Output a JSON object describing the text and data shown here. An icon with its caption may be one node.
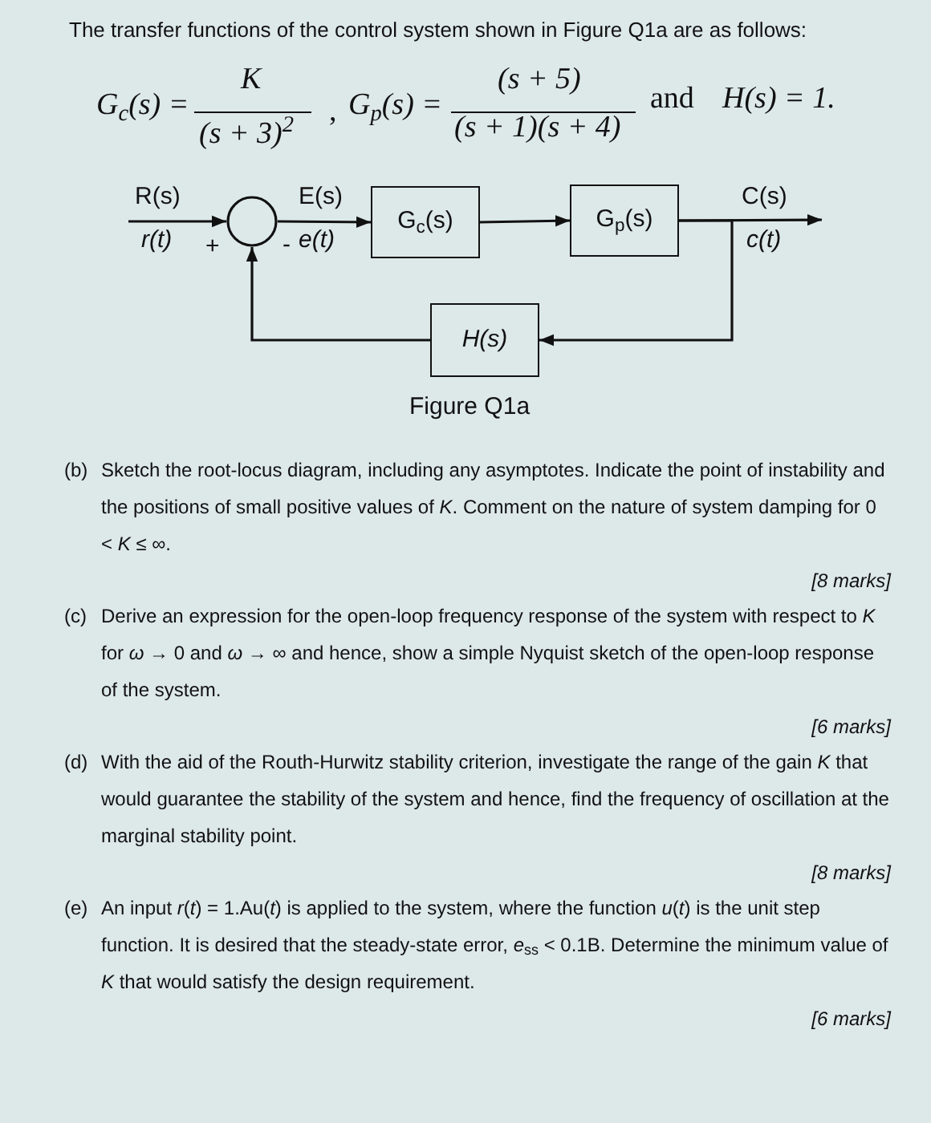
{
  "diagram": {
    "title": "The transfer functions of the control system shown in Figure Q1a are as follows:",
    "caption": "Figure Q1a",
    "nodes": [
      {
        "text": [],
        "shape": "circle"
      },
      {
        "text": [
          "G$_{c}$(s)"
        ]
      },
      {
        "text": [
          "G$_{p}$(s)"
        ]
      },
      {
        "text": [
          "H(s)"
        ]
      }
    ],
    "edges": [
      {
        "from": null,
        "to": 0,
        "arrow": "to",
        "label": "R(s)"
      },
      {
        "from": 0,
        "to": 1,
        "arrow": "to",
        "label": "E(s)"
      },
      {
        "from": 1,
        "to": 2,
        "arrow": "to"
      },
      {
        "from": 2,
        "to": null,
        "arrow": "to",
        "label": "C(s)"
      },
      {
        "from": 2,
        "to": 3,
        "arrow": "to"
      },
      {
        "from": 3,
        "to": 0,
        "arrow": "to"
      }
    ],
    "labels": [
      "G$_{c}$(s) =",
      "K",
      "(s + 3)$^{2}$",
      ",",
      "G$_{p}$(s) =",
      "(s + 5)",
      "(s + 1)(s + 4)",
      "and",
      "H(s) = 1.",
      "r(t)",
      "+",
      "-",
      "e(t)",
      "c(t)",
      "(b)",
      "Sketch the root-locus diagram, including any asymptotes. Indicate the point of instability and the positions of small positive values of *K*. Comment on the nature of system damping for 0 < *K* ≤ ∞.",
      "[8 marks]",
      "(c)",
      "Derive an expression for the open-loop frequency response of the system with respect to *K* for *ω* → 0 and *ω* → ∞ and hence, show a simple Nyquist sketch of the open-loop response of the system.",
      "[6 marks]",
      "(d)",
      "With the aid of the Routh-Hurwitz stability criterion, investigate the range of the gain *K* that would guarantee the stability of the system and hence, find the frequency of oscillation at the marginal stability point.",
      "[8 marks]",
      "(e)",
      "An input *r*(*t*) = 1.Au(*t*) is applied to the system, where the function *u*(*t*) is the unit step function. It is desired that the steady-state error, *e*$_{ss}$ < 0.1B. Determine the minimum value of *K* that would satisfy the design requirement.",
      "[6 marks]"
    ]
  }
}
